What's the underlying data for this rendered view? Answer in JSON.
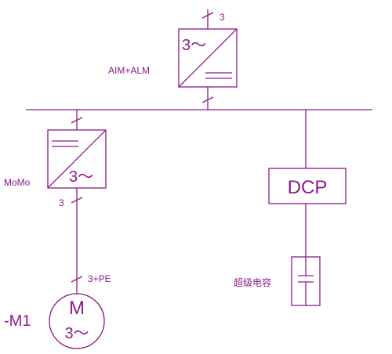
{
  "colors": {
    "line": "#8b1a8b",
    "background": "#ffffff"
  },
  "aim_alm": {
    "label": "AIM+ALM",
    "input_phases": "3",
    "symbol": "3～"
  },
  "momo": {
    "label": "MoMo",
    "output_phases": "3",
    "symbol": "3～"
  },
  "motor": {
    "id": "-M1",
    "cable": "3+PE",
    "letter": "M",
    "phase": "3～"
  },
  "dcp": {
    "label": "DCP"
  },
  "supercap": {
    "label": "超级电容"
  }
}
